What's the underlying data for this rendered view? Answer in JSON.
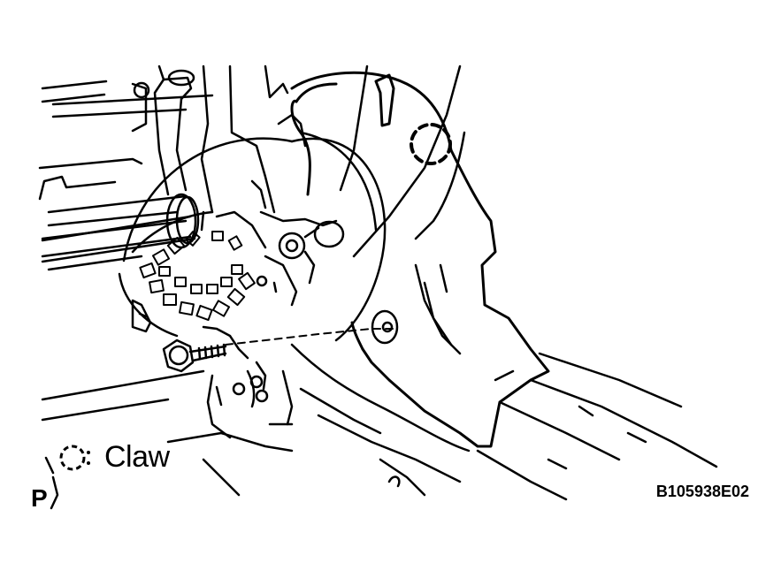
{
  "legend": {
    "symbol": "dashed-circle-claw-icon",
    "label": "Claw"
  },
  "figure_code": "B105938E02",
  "corner_mark": "P"
}
